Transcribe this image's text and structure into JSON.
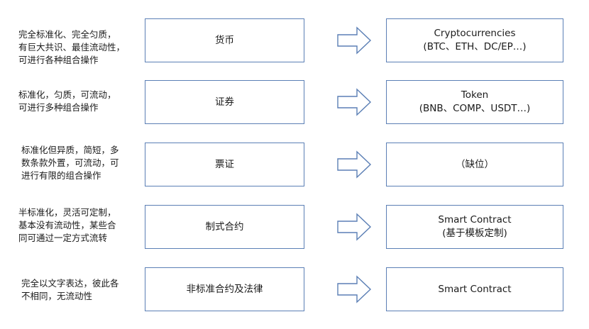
{
  "rows": [
    {
      "description": "完全标准化、完全匀质，\n有巨大共识、最佳流动性，\n可进行各种组合操作",
      "category": "货币",
      "example": "Cryptocurrencies",
      "example_detail": "(BTC、ETH、DC/EP…)"
    },
    {
      "description": "标准化，匀质，可流动，\n可进行多种组合操作",
      "category": "证券",
      "example": "Token",
      "example_detail": "(BNB、COMP、USDT…)"
    },
    {
      "description": "标准化但异质，简短，多\n数条款外置，可流动，可\n进行有限的组合操作",
      "category": "票证",
      "example": "（缺位）",
      "example_detail": ""
    },
    {
      "description": "半标准化，灵活可定制，\n基本没有流动性，某些合\n同可通过一定方式流转",
      "category": "制式合约",
      "example": "Smart Contract",
      "example_detail": "(基于模板定制)"
    },
    {
      "description": "完全以文字表达，彼此各\n不相同，无流动性",
      "category": "非标准合约及法律",
      "example": "Smart Contract",
      "example_detail": ""
    }
  ],
  "colors": {
    "box_border": "#5b7fb5",
    "arrow_stroke": "#5b7fb5",
    "text": "#1a1a1a"
  },
  "icons": {
    "arrow": "arrow-right-outline-icon"
  }
}
